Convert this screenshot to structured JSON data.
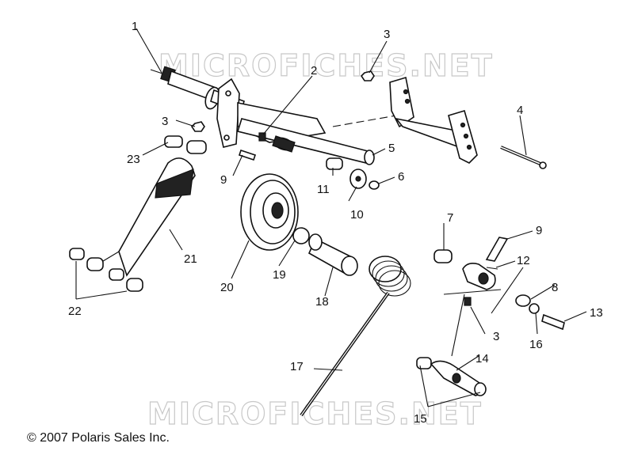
{
  "watermarks": [
    "MICROFICHES.NET",
    "MICROFICHES.NET"
  ],
  "copyright": "© 2007 Polaris Sales Inc.",
  "callouts": [
    "1",
    "2",
    "3",
    "3",
    "3",
    "4",
    "5",
    "6",
    "7",
    "8",
    "9",
    "9",
    "10",
    "11",
    "12",
    "13",
    "14",
    "15",
    "16",
    "17",
    "18",
    "19",
    "20",
    "21",
    "22",
    "23"
  ]
}
